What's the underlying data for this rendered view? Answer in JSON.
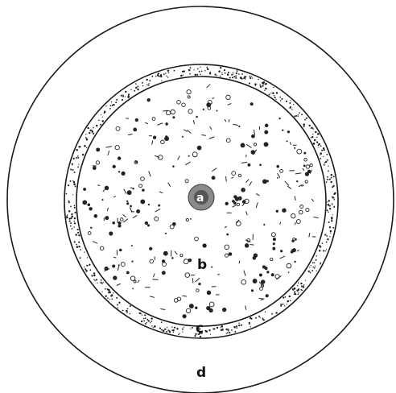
{
  "labels": {
    "a": "a",
    "b": "b",
    "c": "c",
    "d": "d"
  },
  "colors": {
    "line": "#1a1a1a",
    "dot": "#222222",
    "nucleus_fill": "#8a8a8a",
    "nucleus_core": "#555555",
    "background": "#ffffff"
  }
}
